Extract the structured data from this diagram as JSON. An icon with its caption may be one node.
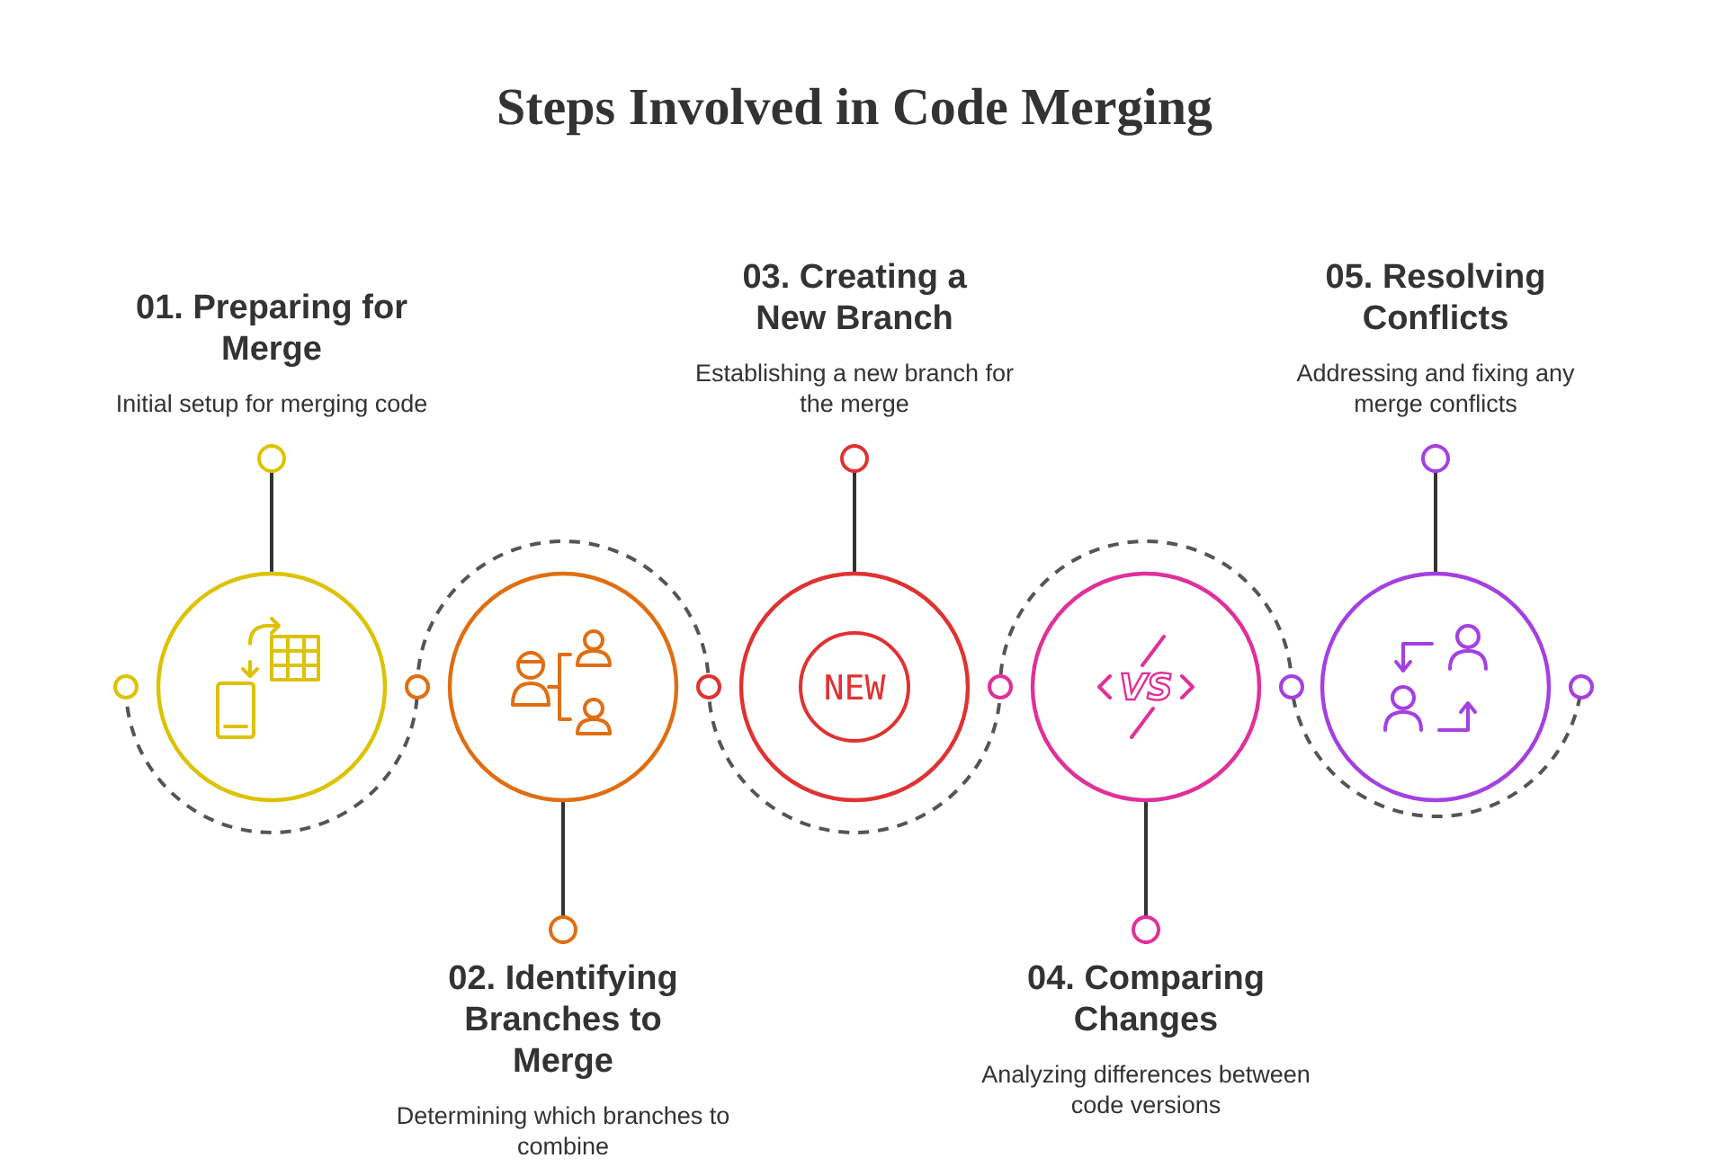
{
  "diagram": {
    "title": "Steps Involved in Code Merging",
    "nodes": [
      {
        "text": [
          "01. Preparing for Merge",
          "Initial setup for merging code"
        ]
      },
      {
        "text": [],
        "shape": "circle"
      },
      {
        "text": [
          "02. Identifying Branches to Merge",
          "Determining which branches to combine"
        ]
      },
      {
        "text": [],
        "shape": "circle"
      },
      {
        "text": [
          "03. Creating a New Branch",
          "Establishing a new branch for the merge"
        ]
      },
      {
        "text": [
          "NEW"
        ]
      },
      {
        "text": [
          "04. Comparing Changes",
          "Analyzing differences between code versions"
        ]
      },
      {
        "text": [
          "VS"
        ]
      },
      {
        "text": [
          "05. Resolving Conflicts",
          "Addressing and fixing any merge conflicts"
        ]
      },
      {
        "text": [],
        "shape": "circle"
      }
    ],
    "edges": [
      {
        "from": 0,
        "to": 1,
        "arrow": "other"
      },
      {
        "from": 2,
        "to": 3,
        "arrow": "other"
      },
      {
        "from": 4,
        "to": 5,
        "arrow": "other"
      },
      {
        "from": 6,
        "to": 7,
        "arrow": "other"
      },
      {
        "from": 8,
        "to": 9,
        "arrow": "other"
      }
    ]
  }
}
